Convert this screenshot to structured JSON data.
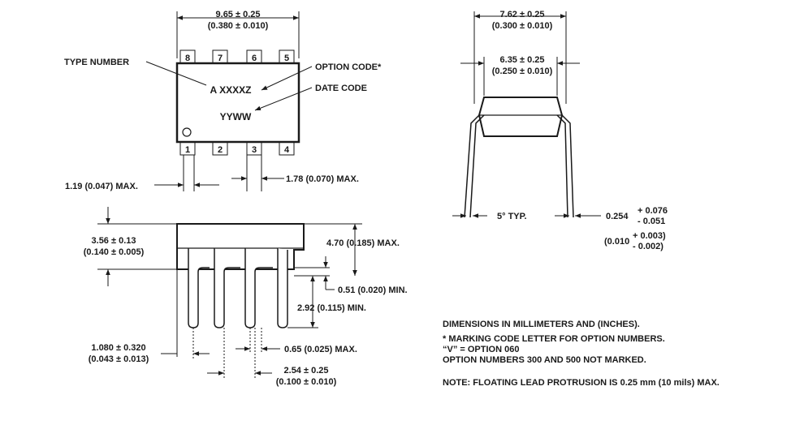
{
  "top_view": {
    "width_mm": "9.65 ± 0.25",
    "width_in": "(0.380 ± 0.010)",
    "type_number_label": "TYPE NUMBER",
    "option_code_label": "OPTION CODE*",
    "date_code_label": "DATE CODE",
    "marking_line1": "A XXXXZ",
    "marking_line2": "YYWW",
    "top_pins": [
      "8",
      "7",
      "6",
      "5"
    ],
    "bottom_pins": [
      "1",
      "2",
      "3",
      "4"
    ],
    "lead_min_width": "1.19 (0.047) MAX.",
    "lead_max_width": "1.78 (0.070) MAX."
  },
  "end_view": {
    "row_spacing_mm": "7.62 ± 0.25",
    "row_spacing_in": "(0.300 ± 0.010)",
    "body_width_mm": "6.35 ± 0.25",
    "body_width_in": "(0.250 ± 0.010)",
    "angle": "5° TYP.",
    "lead_thickness_mm": "0.254",
    "lead_tol_mm_plus": "+ 0.076",
    "lead_tol_mm_minus": "- 0.051",
    "lead_thickness_in": "(0.010",
    "lead_tol_in_plus": "+ 0.003)",
    "lead_tol_in_minus": "- 0.002)"
  },
  "side_view": {
    "body_height_mm": "3.56 ± 0.13",
    "body_height_in": "(0.140 ± 0.005)",
    "total_height": "4.70 (0.185) MAX.",
    "standoff": "0.51 (0.020) MIN.",
    "lead_length": "2.92 (0.115) MIN.",
    "end_lead_mm": "1.080 ± 0.320",
    "end_lead_in": "(0.043 ± 0.013)",
    "lead_width": "0.65 (0.025) MAX.",
    "pitch_mm": "2.54 ± 0.25",
    "pitch_in": "(0.100 ± 0.010)"
  },
  "notes": {
    "line1": "DIMENSIONS IN MILLIMETERS AND (INCHES).",
    "line2": "* MARKING CODE LETTER FOR OPTION NUMBERS.",
    "line3": "“V” = OPTION 060",
    "line4": "OPTION NUMBERS 300 AND 500 NOT MARKED.",
    "line5": "NOTE: FLOATING LEAD PROTRUSION IS 0.25 mm (10 mils) MAX."
  }
}
